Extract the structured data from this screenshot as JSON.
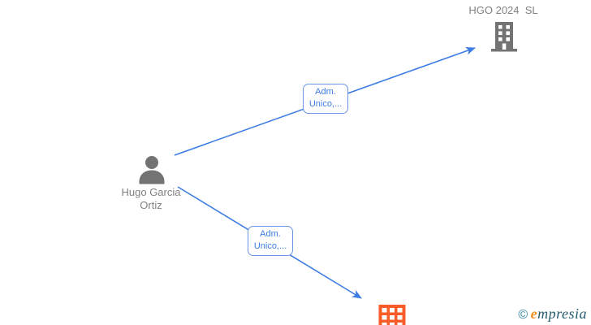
{
  "nodes": {
    "person": {
      "type": "person",
      "label_line1": "Hugo Garcia",
      "label_line2": "Ortiz"
    },
    "company_top": {
      "type": "company",
      "label": "HGO 2024  SL"
    },
    "company_bottom": {
      "type": "company"
    }
  },
  "edges": {
    "person_to_company_top": {
      "label_line1": "Adm.",
      "label_line2": "Unico,..."
    },
    "person_to_company_bottom": {
      "label_line1": "Adm.",
      "label_line2": "Unico,..."
    }
  },
  "watermark": {
    "copyright_symbol": "©",
    "brand_initial": "e",
    "brand_rest": "mpresia"
  },
  "colors": {
    "edge_blue": "#3d7de4",
    "edge_label_border": "#6b97e4",
    "icon_gray": "#737373",
    "text_gray": "#818181",
    "building_orange": "#f95c26",
    "logo_teal": "#2f7fa3",
    "logo_dark": "#245a6e",
    "logo_orange": "#ef8e1e"
  }
}
